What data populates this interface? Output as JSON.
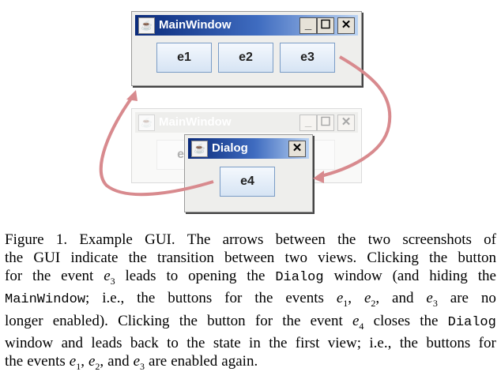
{
  "main_window": {
    "title": "MainWindow",
    "buttons": [
      "e1",
      "e2",
      "e3"
    ],
    "controls": [
      "_",
      "☐",
      "✕"
    ]
  },
  "dialog": {
    "title": "Dialog",
    "button": "e4",
    "close": "✕"
  },
  "arrow_color": "#d88a8e",
  "caption": [
    [
      [
        "t",
        "Figure 1.   Example GUI. The arrows between the two screenshots of"
      ]
    ],
    [
      [
        "t",
        "the GUI indicate the transition between two views. Clicking the button"
      ]
    ],
    [
      [
        "t",
        "for the event "
      ],
      [
        "m",
        "3"
      ],
      [
        "t",
        " leads to opening the "
      ],
      [
        "c",
        "Dialog"
      ],
      [
        "t",
        " window (and hiding the"
      ]
    ],
    [
      [
        "c",
        "MainWindow"
      ],
      [
        "t",
        "; i.e., the buttons for the events "
      ],
      [
        "m",
        "1"
      ],
      [
        "t",
        ", "
      ],
      [
        "m",
        "2"
      ],
      [
        "t",
        ", and "
      ],
      [
        "m",
        "3"
      ],
      [
        "t",
        " are no"
      ]
    ],
    [
      [
        "t",
        "longer enabled). Clicking the button for the event "
      ],
      [
        "m",
        "4"
      ],
      [
        "t",
        " closes the "
      ],
      [
        "c",
        "Dialog"
      ]
    ],
    [
      [
        "t",
        "window and leads back to the state in the first view; i.e., the buttons for"
      ]
    ],
    [
      [
        "t",
        "the events "
      ],
      [
        "m",
        "1"
      ],
      [
        "t",
        ", "
      ],
      [
        "m",
        "2"
      ],
      [
        "t",
        ", and "
      ],
      [
        "m",
        "3"
      ],
      [
        "t",
        " are enabled again."
      ]
    ]
  ]
}
